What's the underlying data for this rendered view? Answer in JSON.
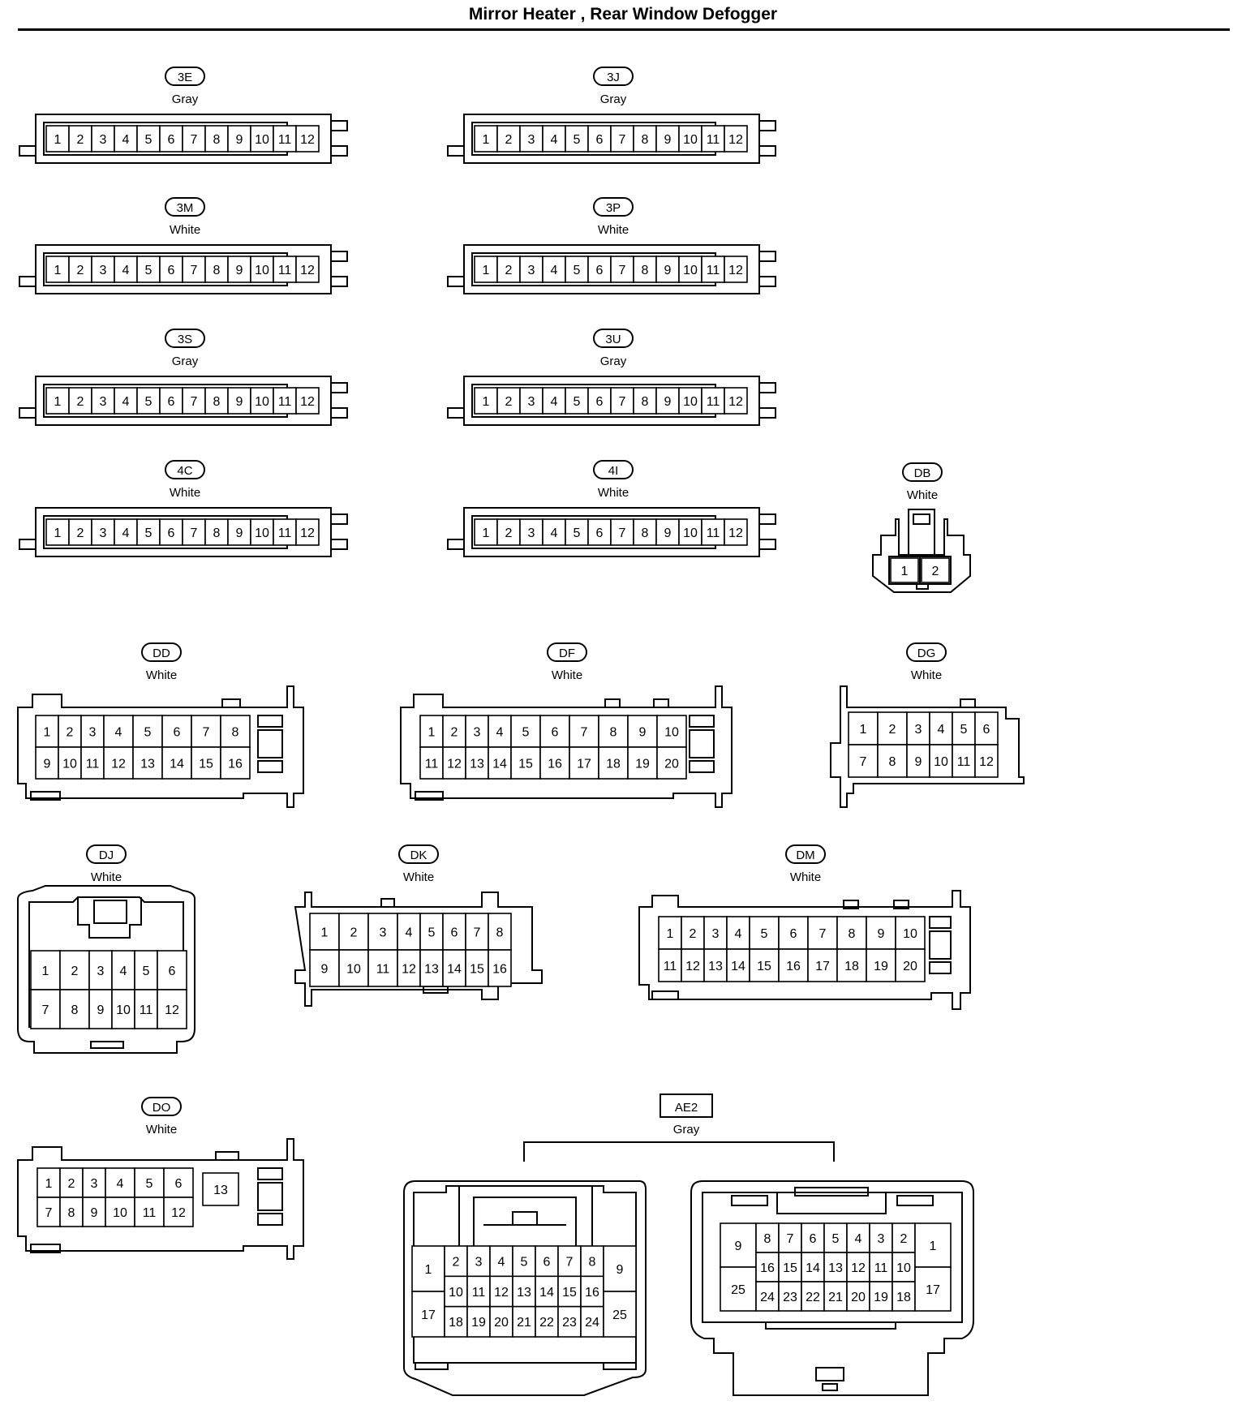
{
  "title": "Mirror Heater , Rear Window Defogger",
  "connectors": [
    {
      "id": "3E",
      "color": "Gray",
      "pins": [
        "1",
        "2",
        "3",
        "4",
        "5",
        "6",
        "7",
        "8",
        "9",
        "10",
        "11",
        "12"
      ]
    },
    {
      "id": "3J",
      "color": "Gray",
      "pins": [
        "1",
        "2",
        "3",
        "4",
        "5",
        "6",
        "7",
        "8",
        "9",
        "10",
        "11",
        "12"
      ]
    },
    {
      "id": "3M",
      "color": "White",
      "pins": [
        "1",
        "2",
        "3",
        "4",
        "5",
        "6",
        "7",
        "8",
        "9",
        "10",
        "11",
        "12"
      ]
    },
    {
      "id": "3P",
      "color": "White",
      "pins": [
        "1",
        "2",
        "3",
        "4",
        "5",
        "6",
        "7",
        "8",
        "9",
        "10",
        "11",
        "12"
      ]
    },
    {
      "id": "3S",
      "color": "Gray",
      "pins": [
        "1",
        "2",
        "3",
        "4",
        "5",
        "6",
        "7",
        "8",
        "9",
        "10",
        "11",
        "12"
      ]
    },
    {
      "id": "3U",
      "color": "Gray",
      "pins": [
        "1",
        "2",
        "3",
        "4",
        "5",
        "6",
        "7",
        "8",
        "9",
        "10",
        "11",
        "12"
      ]
    },
    {
      "id": "4C",
      "color": "White",
      "pins": [
        "1",
        "2",
        "3",
        "4",
        "5",
        "6",
        "7",
        "8",
        "9",
        "10",
        "11",
        "12"
      ]
    },
    {
      "id": "4I",
      "color": "White",
      "pins": [
        "1",
        "2",
        "3",
        "4",
        "5",
        "6",
        "7",
        "8",
        "9",
        "10",
        "11",
        "12"
      ]
    },
    {
      "id": "DB",
      "color": "White",
      "pins": [
        "1",
        "2"
      ]
    },
    {
      "id": "DD",
      "color": "White",
      "pins": [
        "1",
        "2",
        "3",
        "4",
        "5",
        "6",
        "7",
        "8",
        "9",
        "10",
        "11",
        "12",
        "13",
        "14",
        "15",
        "16"
      ]
    },
    {
      "id": "DF",
      "color": "White",
      "pins": [
        "1",
        "2",
        "3",
        "4",
        "5",
        "6",
        "7",
        "8",
        "9",
        "10",
        "11",
        "12",
        "13",
        "14",
        "15",
        "16",
        "17",
        "18",
        "19",
        "20"
      ]
    },
    {
      "id": "DG",
      "color": "White",
      "pins": [
        "1",
        "2",
        "3",
        "4",
        "5",
        "6",
        "7",
        "8",
        "9",
        "10",
        "11",
        "12"
      ]
    },
    {
      "id": "DJ",
      "color": "White",
      "pins": [
        "1",
        "2",
        "3",
        "4",
        "5",
        "6",
        "7",
        "8",
        "9",
        "10",
        "11",
        "12"
      ]
    },
    {
      "id": "DK",
      "color": "White",
      "pins": [
        "1",
        "2",
        "3",
        "4",
        "5",
        "6",
        "7",
        "8",
        "9",
        "10",
        "11",
        "12",
        "13",
        "14",
        "15",
        "16"
      ]
    },
    {
      "id": "DM",
      "color": "White",
      "pins": [
        "1",
        "2",
        "3",
        "4",
        "5",
        "6",
        "7",
        "8",
        "9",
        "10",
        "11",
        "12",
        "13",
        "14",
        "15",
        "16",
        "17",
        "18",
        "19",
        "20"
      ]
    },
    {
      "id": "DO",
      "color": "White",
      "pins": [
        "1",
        "2",
        "3",
        "4",
        "5",
        "6",
        "7",
        "8",
        "9",
        "10",
        "11",
        "12",
        "13"
      ]
    },
    {
      "id": "AE2",
      "color": "Gray",
      "pins": [
        "1",
        "2",
        "3",
        "4",
        "5",
        "6",
        "7",
        "8",
        "9",
        "10",
        "11",
        "12",
        "13",
        "14",
        "15",
        "16",
        "17",
        "18",
        "19",
        "20",
        "21",
        "22",
        "23",
        "24",
        "25"
      ]
    }
  ]
}
